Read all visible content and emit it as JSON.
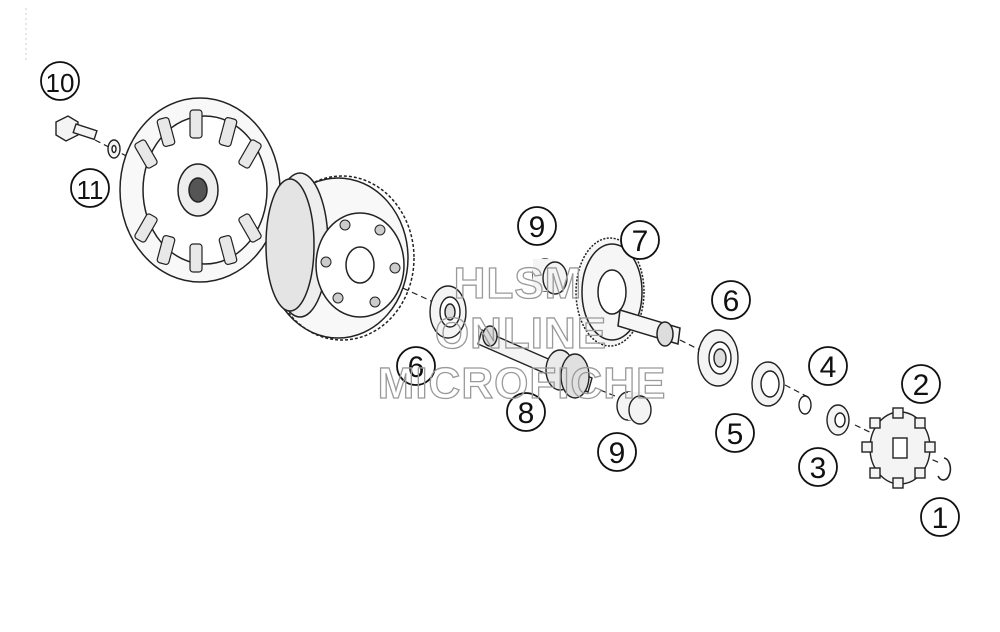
{
  "diagram": {
    "callouts": [
      {
        "id": "c1",
        "label": "1"
      },
      {
        "id": "c2",
        "label": "2"
      },
      {
        "id": "c3",
        "label": "3"
      },
      {
        "id": "c4",
        "label": "4"
      },
      {
        "id": "c5",
        "label": "5"
      },
      {
        "id": "c6a",
        "label": "6"
      },
      {
        "id": "c6b",
        "label": "6"
      },
      {
        "id": "c7",
        "label": "7"
      },
      {
        "id": "c8",
        "label": "8"
      },
      {
        "id": "c9a",
        "label": "9"
      },
      {
        "id": "c9b",
        "label": "9"
      },
      {
        "id": "c10",
        "label": "10"
      },
      {
        "id": "c11",
        "label": "11"
      }
    ]
  },
  "watermark": {
    "line1": "HLSM",
    "line2": "ONLINE",
    "line3": "MICROFICHE",
    "color": "#9a9a9a"
  }
}
